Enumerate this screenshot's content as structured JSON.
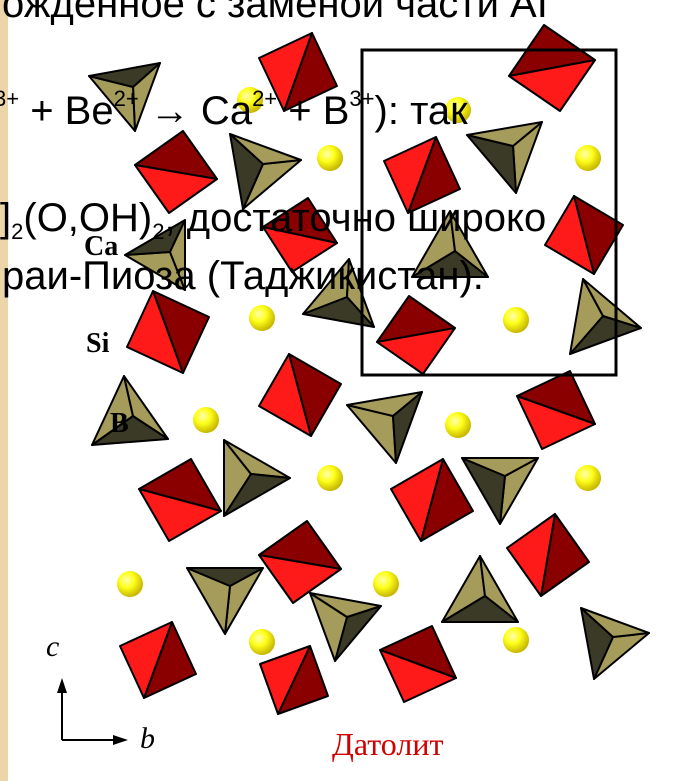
{
  "colors": {
    "si_light": "#ff1a1a",
    "si_dark": "#8a0000",
    "b_light": "#a59b5a",
    "b_dark": "#3b3a26",
    "ca_light": "#ffff2a",
    "ca_dark": "#c7b700",
    "caption": "#d00000",
    "background_strip": "#ecd5a8"
  },
  "text": {
    "line1": "ожденное с заменой части AI",
    "line2_a": "3+",
    "line2_b": " + Be",
    "line2_c": "2+",
    "line2_d": " → Ca",
    "line2_e": "2+",
    "line2_f": " + B",
    "line2_g": "3+",
    "line2_h": "): так",
    "line3_a": "]",
    "line3_b": "2",
    "line3_c": "(O,OH)",
    "line3_d": "2",
    "line3_e": ", достаточно широко",
    "line4": "раи-Пиоза (Таджикистан).",
    "label_ca": "Ca",
    "label_si": "Si",
    "label_b": "B",
    "axis_c": "c",
    "axis_b": "b",
    "caption": "Датолит"
  }
}
